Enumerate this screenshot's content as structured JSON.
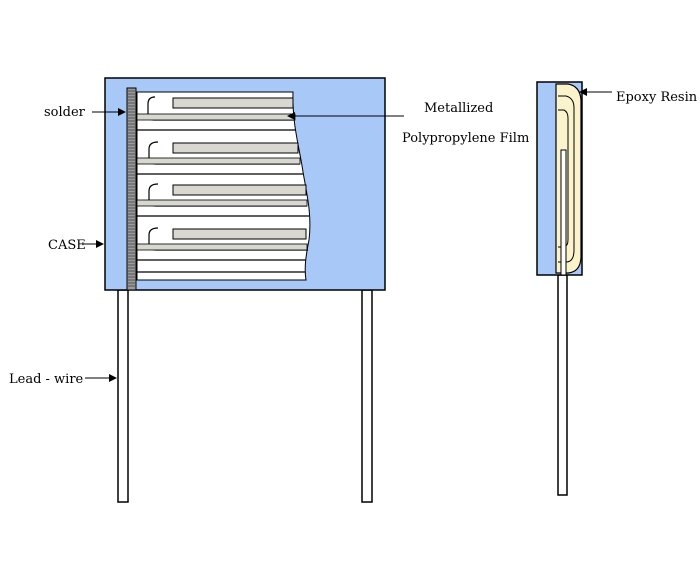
{
  "labels": {
    "solder": "solder",
    "case": "CASE",
    "lead_wire": "Lead - wire",
    "film_line1": "Metallized",
    "film_line2": "Polypropylene Film",
    "epoxy": "Epoxy Resin"
  },
  "colors": {
    "case_fill": "#a8c8f8",
    "film_fill": "#d8d8d0",
    "resin_fill": "#fbf3cc",
    "outline": "#000000",
    "background": "#ffffff"
  }
}
